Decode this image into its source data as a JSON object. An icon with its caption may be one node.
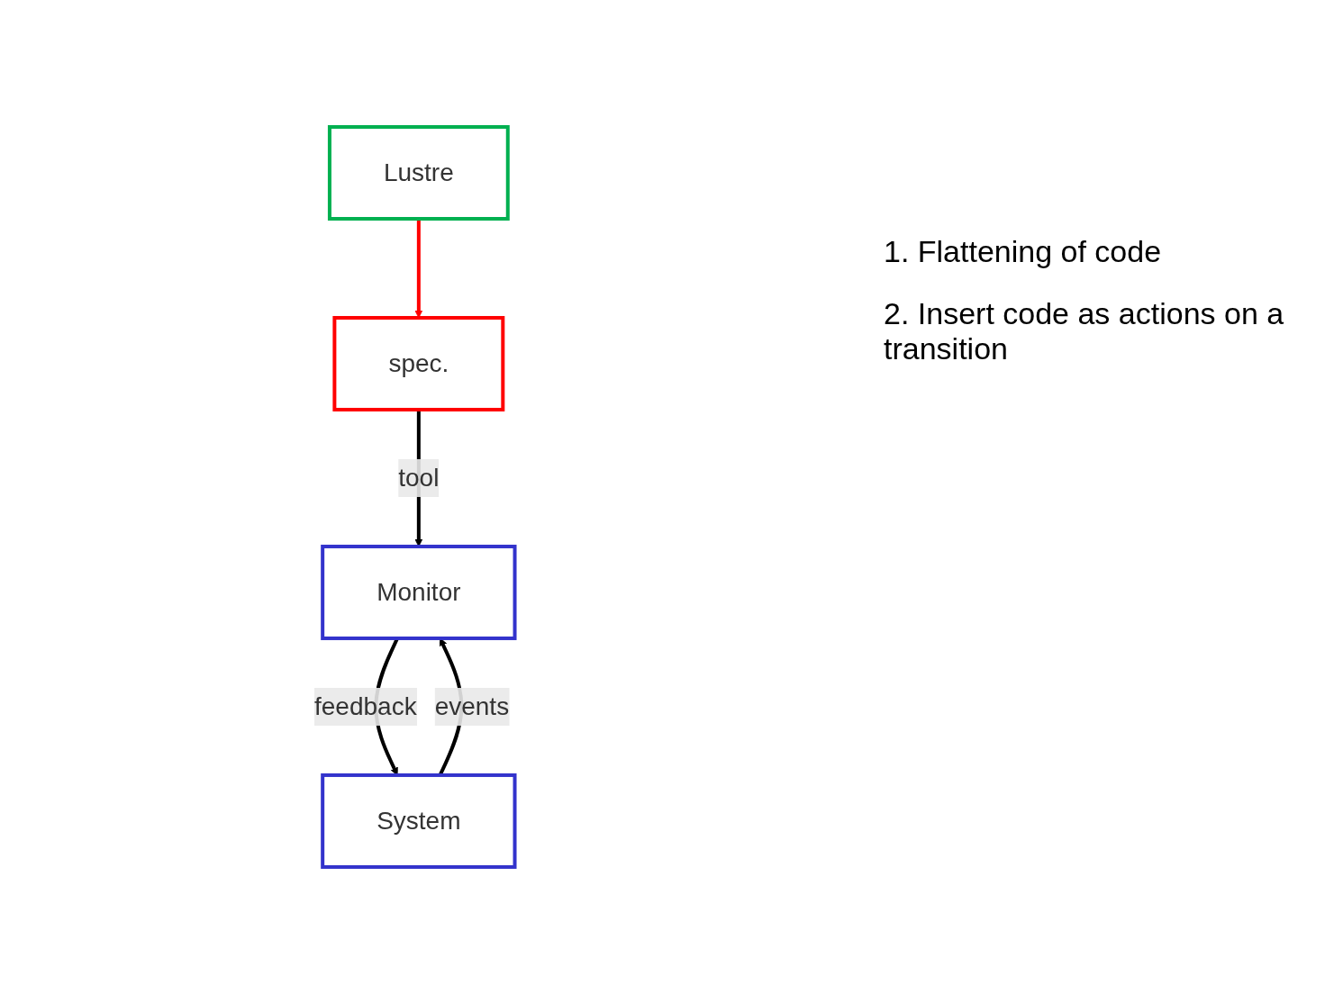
{
  "diagram": {
    "nodes": [
      {
        "text": [
          "Lustre"
        ]
      },
      {
        "text": [
          "spec."
        ]
      },
      {
        "text": [
          "Monitor"
        ]
      },
      {
        "text": [
          "System"
        ]
      }
    ],
    "edges": [
      {
        "from": 0,
        "to": 1,
        "arrow": "to",
        "color": "#ff0000"
      },
      {
        "from": 1,
        "to": 2,
        "arrow": "to",
        "label": "tool"
      },
      {
        "from": 3,
        "to": 2,
        "arrow": "to",
        "label": "events"
      },
      {
        "from": 2,
        "to": 3,
        "arrow": "to",
        "label": "feedback"
      }
    ],
    "labels": [
      "1. Flattening of code",
      "2. Insert code as actions on a transition"
    ]
  }
}
